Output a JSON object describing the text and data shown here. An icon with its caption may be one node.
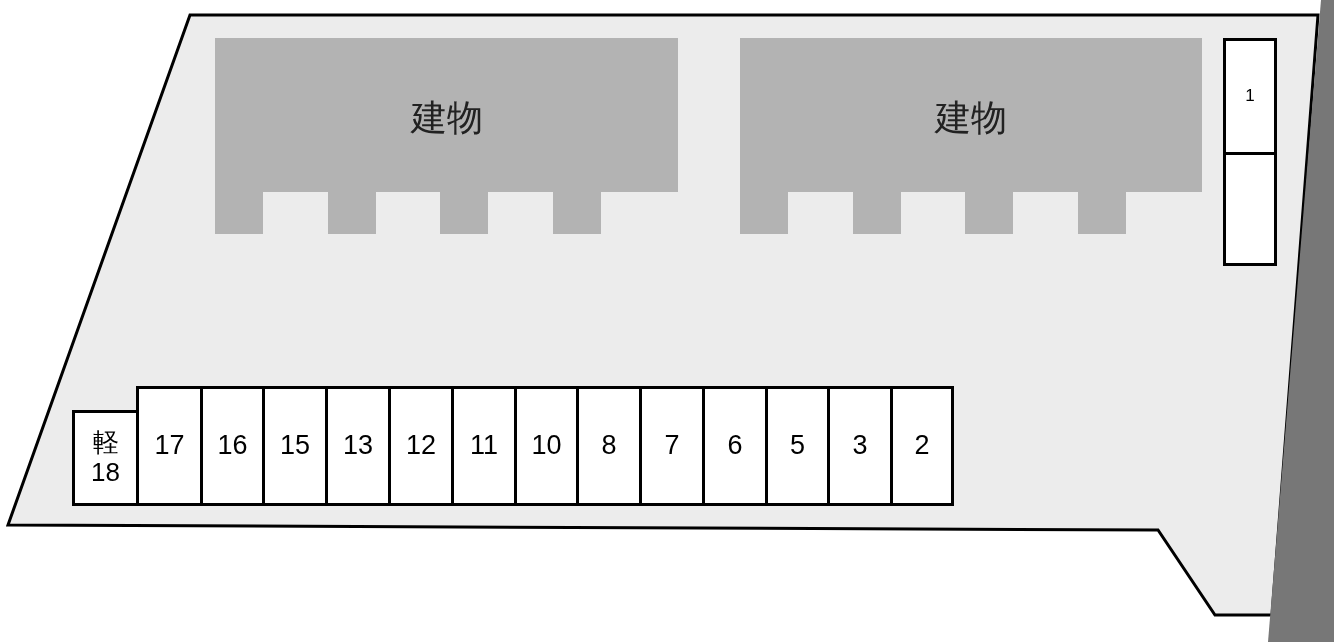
{
  "diagram": {
    "nodes": [
      {
        "text": [
          "建物"
        ]
      },
      {
        "text": [
          "建物"
        ]
      },
      {
        "text": [
          "1"
        ]
      },
      {
        "text": [],
        "shape": "box"
      },
      {
        "text": [
          "軽 18"
        ]
      },
      {
        "text": [
          "17"
        ]
      },
      {
        "text": [
          "16"
        ]
      },
      {
        "text": [
          "15"
        ]
      },
      {
        "text": [
          "13"
        ]
      },
      {
        "text": [
          "12"
        ]
      },
      {
        "text": [
          "11"
        ]
      },
      {
        "text": [
          "10"
        ]
      },
      {
        "text": [
          "8"
        ]
      },
      {
        "text": [
          "7"
        ]
      },
      {
        "text": [
          "6"
        ]
      },
      {
        "text": [
          "5"
        ]
      },
      {
        "text": [
          "3"
        ]
      },
      {
        "text": [
          "2"
        ]
      }
    ]
  }
}
